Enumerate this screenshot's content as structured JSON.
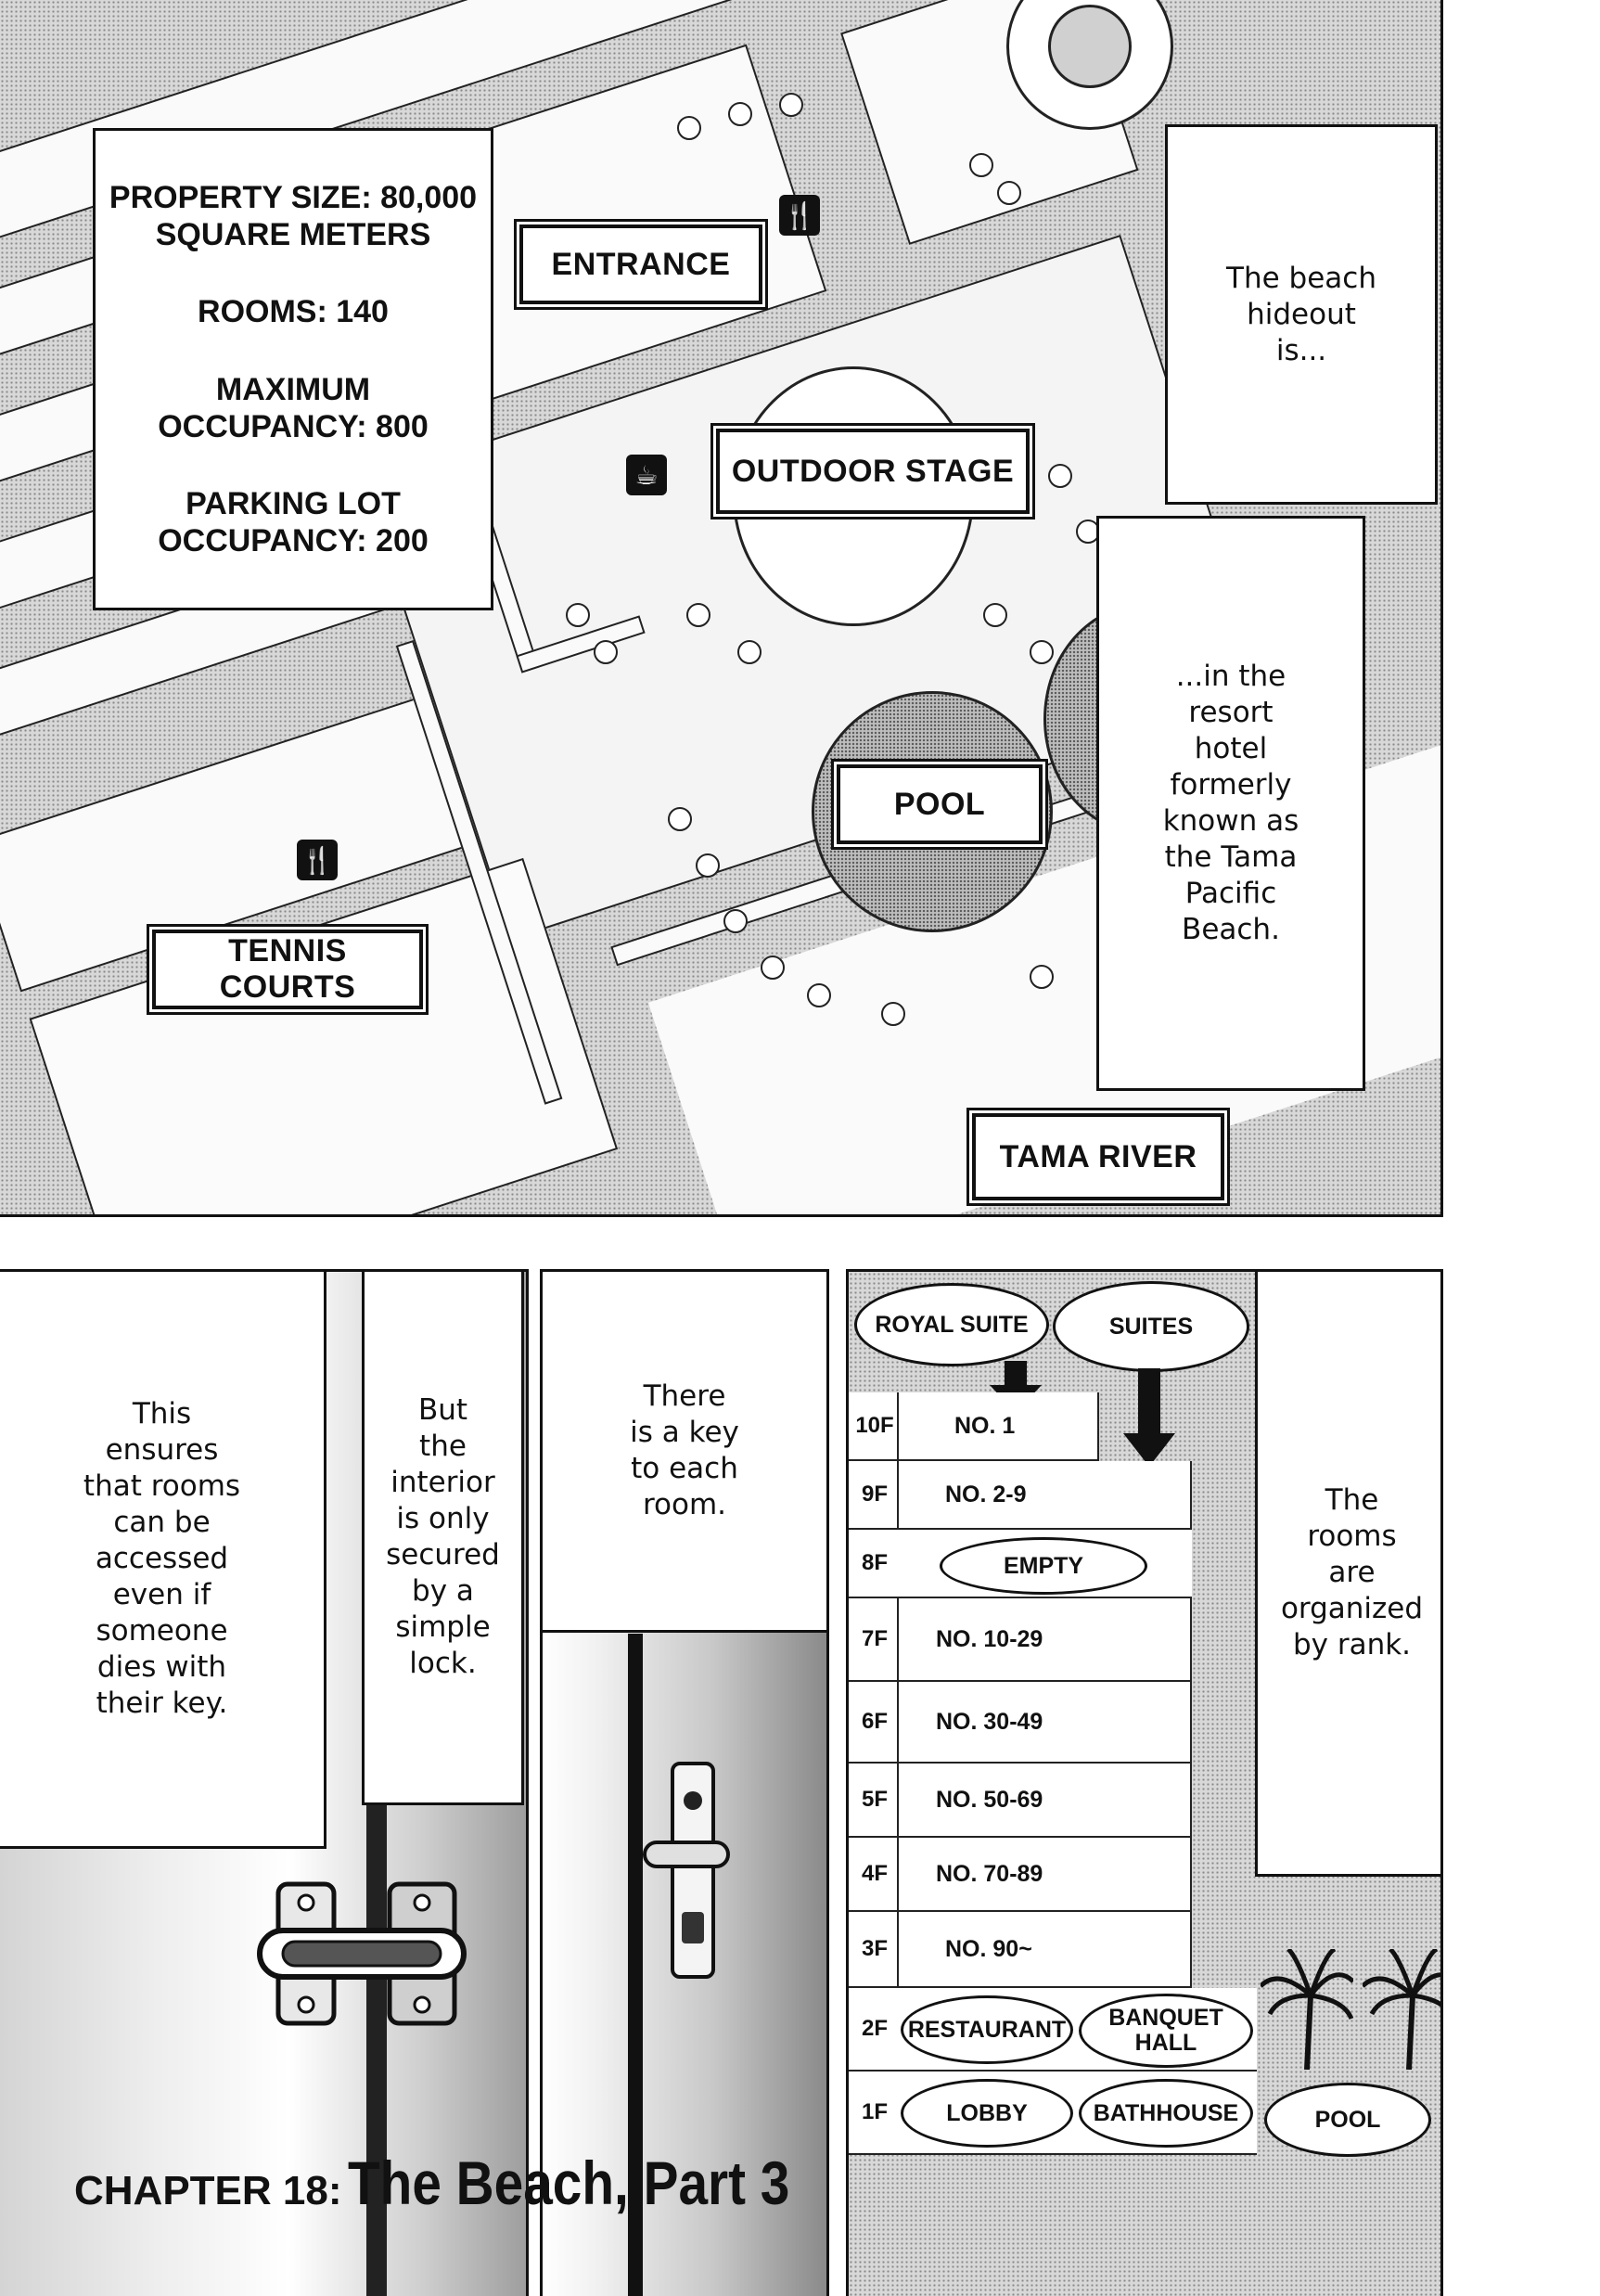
{
  "map_panel": {
    "stats": [
      "PROPERTY SIZE: 80,000\nSQUARE METERS",
      "ROOMS: 140",
      "MAXIMUM\nOCCUPANCY: 800",
      "PARKING LOT\nOCCUPANCY: 200"
    ],
    "labels": {
      "entrance": "ENTRANCE",
      "outdoor_stage": "OUTDOOR STAGE",
      "pool": "POOL",
      "tennis_courts": "TENNIS COURTS",
      "tama_river": "TAMA RIVER"
    },
    "captions": {
      "beach_hideout": "The beach\nhideout\nis...",
      "resort_hotel": "...in the\nresort\nhotel\nformerly\nknown as\nthe Tama\nPacific\nBeach."
    },
    "icons": [
      "restaurant-icon",
      "cafe-icon",
      "restaurant-icon"
    ]
  },
  "lower_panels": {
    "captions": {
      "ensures_access": "This\nensures\nthat rooms\ncan be\naccessed\neven if\nsomeone\ndies with\ntheir key.",
      "simple_lock": "But\nthe\ninterior\nis only\nsecured\nby a\nsimple\nlock.",
      "key_each_room": "There\nis a key\nto each\nroom.",
      "organized_by_rank": "The\nrooms\nare\norganized\nby rank."
    }
  },
  "floor_chart": {
    "top_ovals": [
      "ROYAL SUITE",
      "SUITES"
    ],
    "floors": [
      {
        "floor": "10F",
        "rooms": "NO. 1"
      },
      {
        "floor": "9F",
        "rooms": "NO. 2-9"
      },
      {
        "floor": "8F",
        "rooms": "EMPTY"
      },
      {
        "floor": "7F",
        "rooms": "NO. 10-29"
      },
      {
        "floor": "6F",
        "rooms": "NO. 30-49"
      },
      {
        "floor": "5F",
        "rooms": "NO. 50-69"
      },
      {
        "floor": "4F",
        "rooms": "NO. 70-89"
      },
      {
        "floor": "3F",
        "rooms": "NO. 90~"
      }
    ],
    "floor_2f": {
      "floor": "2F",
      "facilities": [
        "RESTAURANT",
        "BANQUET\nHALL"
      ]
    },
    "floor_1f": {
      "floor": "1F",
      "facilities": [
        "LOBBY",
        "BATHHOUSE"
      ]
    },
    "outside": "POOL"
  },
  "chapter": {
    "number": "CHAPTER 18:",
    "title": "The Beach, Part 3"
  }
}
